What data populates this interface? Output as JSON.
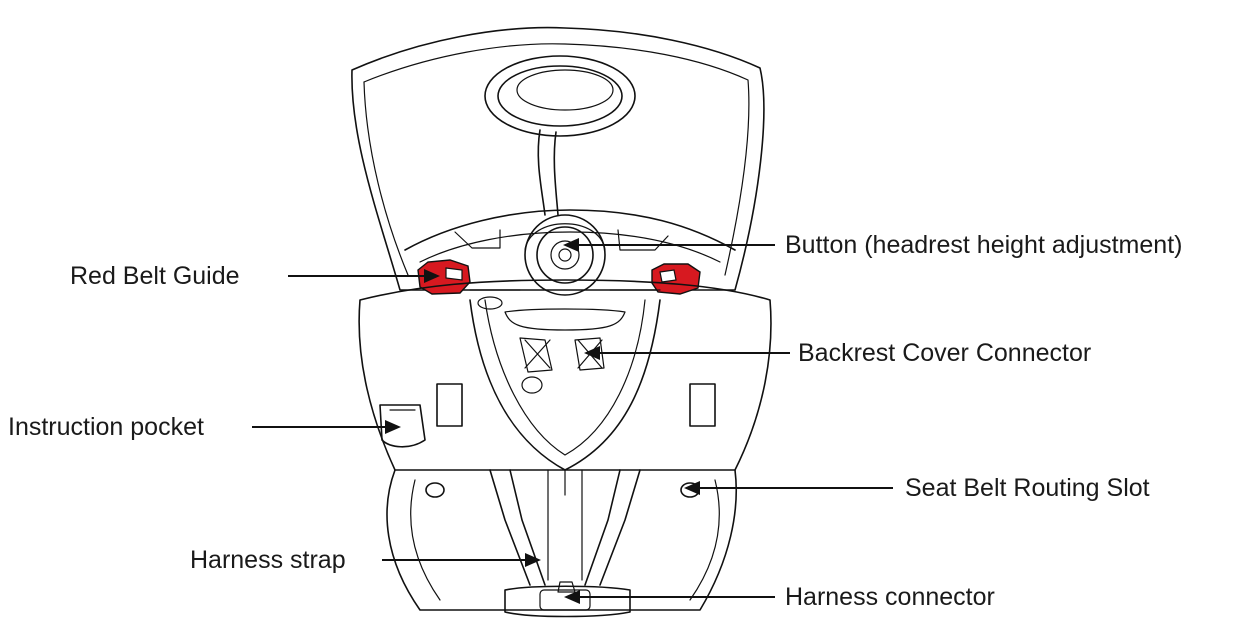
{
  "labels": {
    "red_belt_guide": "Red Belt Guide",
    "button_headrest": "Button (headrest height adjustment)",
    "backrest_cover_connector": "Backrest Cover Connector",
    "instruction_pocket": "Instruction pocket",
    "seat_belt_routing_slot": "Seat Belt Routing Slot",
    "harness_strap": "Harness strap",
    "harness_connector": "Harness connector"
  },
  "colors": {
    "line": "#111111",
    "belt_guide": "#d71920",
    "background": "#ffffff"
  }
}
